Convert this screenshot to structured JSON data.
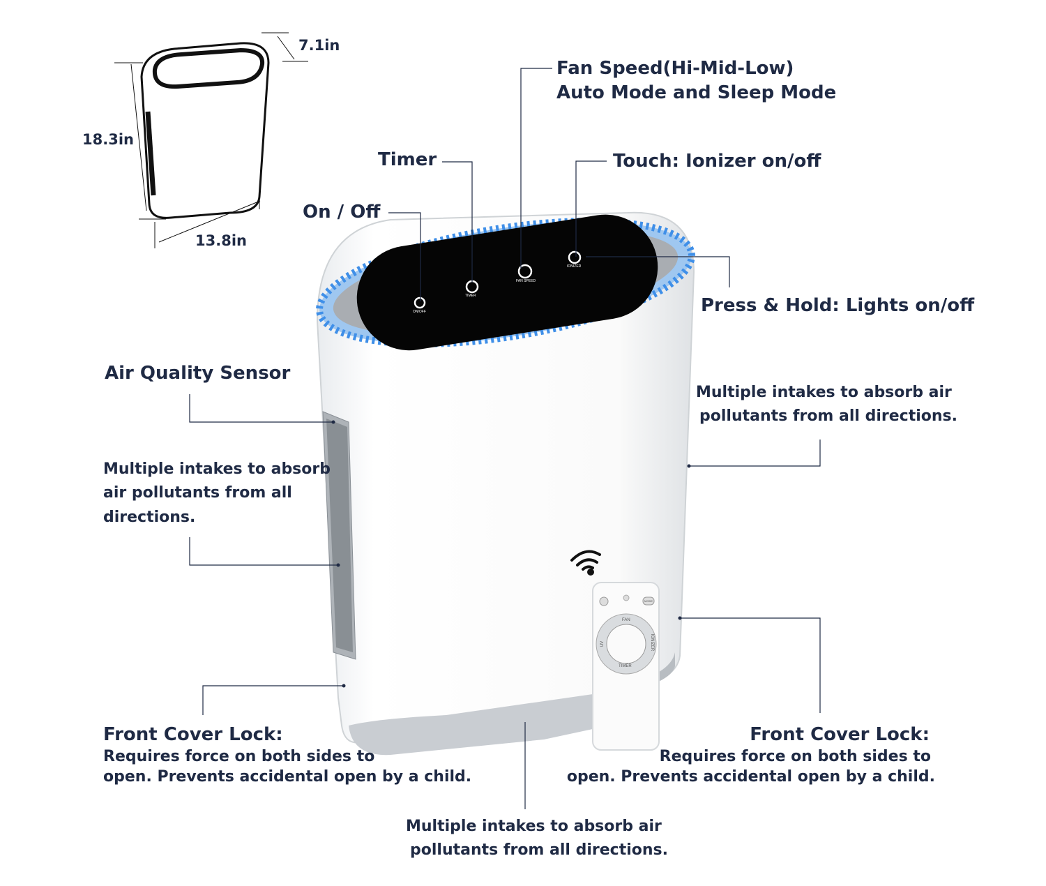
{
  "dimensions": {
    "depth": "7.1in",
    "height": "18.3in",
    "width": "13.8in"
  },
  "callouts": {
    "fan_speed": [
      "Fan Speed(Hi-Mid-Low)",
      "Auto Mode and Sleep Mode"
    ],
    "timer": "Timer",
    "ionizer": "Touch: Ionizer on/off",
    "on_off": "On / Off",
    "lights": "Press & Hold: Lights on/off",
    "air_quality_sensor": "Air Quality Sensor",
    "intake_right": [
      "Multiple intakes to absorb air",
      "pollutants from all directions."
    ],
    "intake_left": [
      "Multiple intakes to absorb",
      "air pollutants from all",
      "directions."
    ],
    "front_cover_left": {
      "title": "Front Cover Lock:",
      "lines": [
        "Requires force on both sides to",
        "open. Prevents accidental open by a child."
      ]
    },
    "front_cover_right": {
      "title": "Front Cover Lock:",
      "lines": [
        "Requires force on both sides to",
        "open. Prevents accidental open by a child."
      ]
    },
    "intake_bottom": [
      "Multiple intakes to absorb air",
      "pollutants from all directions."
    ]
  },
  "panel_labels": {
    "on_off": "ON/OFF",
    "timer": "TIMER",
    "fan_speed": "FAN SPEED",
    "ionizer": "IONIZER"
  },
  "remote_labels": {
    "fan": "FAN",
    "ionizer": "IONIZER",
    "timer": "TIMER",
    "uv": "UV",
    "mode": "MODE"
  },
  "colors": {
    "text": "#1f2a44",
    "glow": "#3f8fe8",
    "panel": "#0a0a0a"
  }
}
